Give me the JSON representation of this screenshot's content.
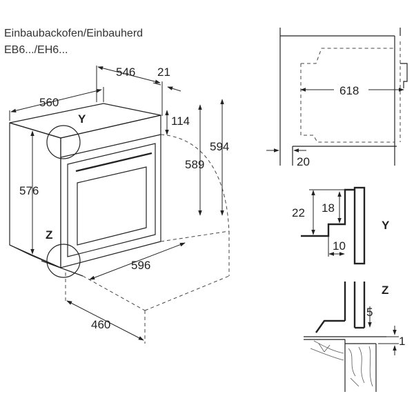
{
  "title": {
    "line1": "Einbaubackofen/Einbauherd",
    "line2": "EB6.../EH6..."
  },
  "dimensions": {
    "d546": "546",
    "d21": "21",
    "d560": "560",
    "d114": "114",
    "d594": "594",
    "d589": "589",
    "d576": "576",
    "d596": "596",
    "d460": "460",
    "d618": "618",
    "d20": "20",
    "d22": "22",
    "d18": "18",
    "d10": "10",
    "d5": "5",
    "d1": "1"
  },
  "detail_tags": {
    "y": "Y",
    "z": "Z"
  }
}
